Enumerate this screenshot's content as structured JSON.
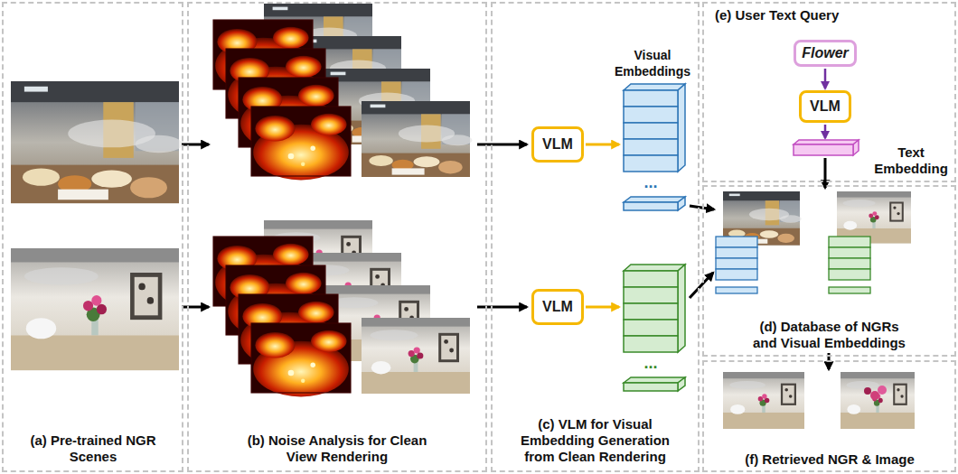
{
  "diagram": {
    "nodes": [
      {
        "text": [
          "(a) Pre-trained NGR Scenes"
        ]
      },
      {
        "text": [
          "(b) Noise Analysis for Clean View Rendering"
        ]
      },
      {
        "text": [
          "(c) VLM for Visual Embedding Generation from Clean Rendering"
        ]
      },
      {
        "text": [
          "VLM"
        ],
        "in": 2
      },
      {
        "text": [
          "VLM"
        ],
        "in": 2
      },
      {
        "text": [
          "(e) User Text Query"
        ]
      },
      {
        "text": [
          "Flower"
        ],
        "in": 5
      },
      {
        "text": [
          "VLM"
        ],
        "in": 5
      },
      {
        "text": [
          "(d) Database of NGRs and Visual Embeddings"
        ]
      },
      {
        "text": [
          "(f) Retrieved NGR & Image"
        ]
      }
    ],
    "edges": [
      {
        "from": 6,
        "to": 7,
        "arrow": "to"
      }
    ],
    "labels": [
      "Visual Embeddings",
      "...",
      "...",
      "Text Embedding"
    ]
  }
}
